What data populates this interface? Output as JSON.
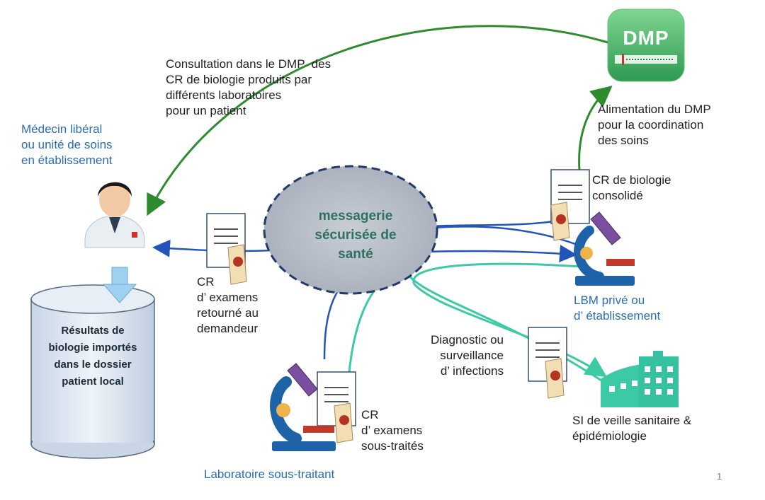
{
  "dmp": {
    "label": "DMP"
  },
  "consultation": {
    "text": "Consultation dans le DMP  des\nCR de biologie produits par\ndifférents laboratoires\npour un patient"
  },
  "medecin": {
    "label": "Médecin libéral\nou unité de soins\nen établissement"
  },
  "alimentation": {
    "text": "Alimentation du DMP\npour la coordination\ndes soins"
  },
  "cr_consolide": {
    "text": "CR de biologie\nconsolidé"
  },
  "messagerie": {
    "text": "messagerie\nsécurisée de\nsanté"
  },
  "cr_retourne": {
    "text": "CR\nd’ examens\nretourné au\ndemandeur"
  },
  "lbm": {
    "label": "LBM privé ou\nd’ établissement"
  },
  "resultats": {
    "text": "Résultats de\nbiologie importés\ndans le dossier\npatient local"
  },
  "diagnostic": {
    "text": "Diagnostic ou\nsurveillance\nd’ infections"
  },
  "si_veille": {
    "label": "SI de veille sanitaire &\népidémiologie"
  },
  "cr_sous_traites": {
    "text": "CR\nd’ examens\nsous-traités"
  },
  "labo_sous_traitant": {
    "label": "Laboratoire sous-traitant"
  },
  "page_number": "1",
  "colors": {
    "green_arrow": "#2e8b2e",
    "blue_arrow": "#2255bb",
    "teal_arrow": "#3cc9a5",
    "label_blue": "#2a6db5"
  }
}
